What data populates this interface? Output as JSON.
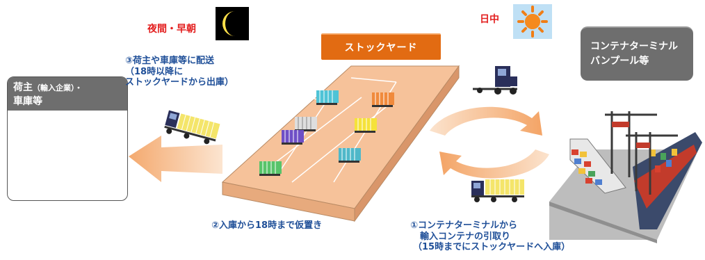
{
  "night": {
    "label": "夜間・早朝",
    "icon": "crescent-moon-icon"
  },
  "day": {
    "label": "日中",
    "icon": "sun-icon"
  },
  "stockyard": {
    "label": "ストックヤード",
    "color": "#e26b12"
  },
  "terminal": {
    "line1": "コンテナターミナル",
    "line2": "バンプール等",
    "color": "#6e6e6e"
  },
  "shipper": {
    "title_main": "荷主",
    "title_sub": "（輸入企業）・",
    "title_line2": "車庫等"
  },
  "step3": {
    "line1": "③荷主や車庫等に配送",
    "line2": "（18時以降に",
    "line3": "ストックヤードから出庫）"
  },
  "step2": {
    "text": "②入庫から18時まで仮置き"
  },
  "step1": {
    "line1": "①コンテナターミナルから",
    "line2": "輸入コンテナの引取り",
    "line3": "（15時までにストックヤードへ入庫）"
  },
  "colors": {
    "text_blue": "#1f4f98",
    "highlight_red": "#e32020",
    "arrow_orange": "#f0a468",
    "yard_peach": "#f6c29a"
  }
}
